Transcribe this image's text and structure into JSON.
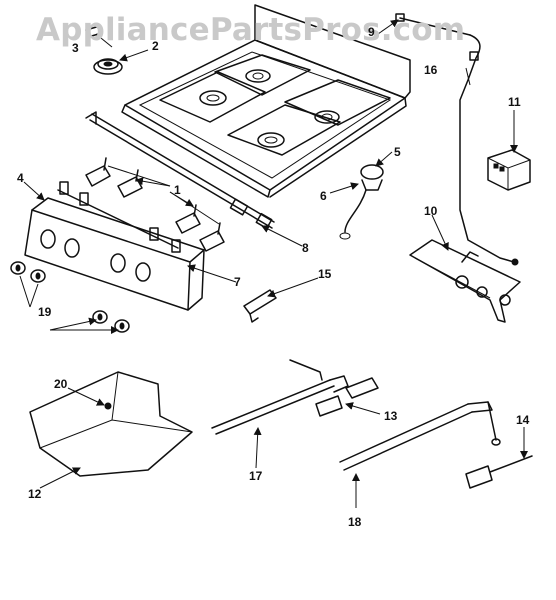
{
  "watermark": "AppliancePartsPros.com",
  "callouts": [
    "1",
    "2",
    "3",
    "4",
    "5",
    "6",
    "7",
    "8",
    "9",
    "10",
    "11",
    "12",
    "13",
    "14",
    "15",
    "16",
    "17",
    "18",
    "19",
    "20"
  ]
}
